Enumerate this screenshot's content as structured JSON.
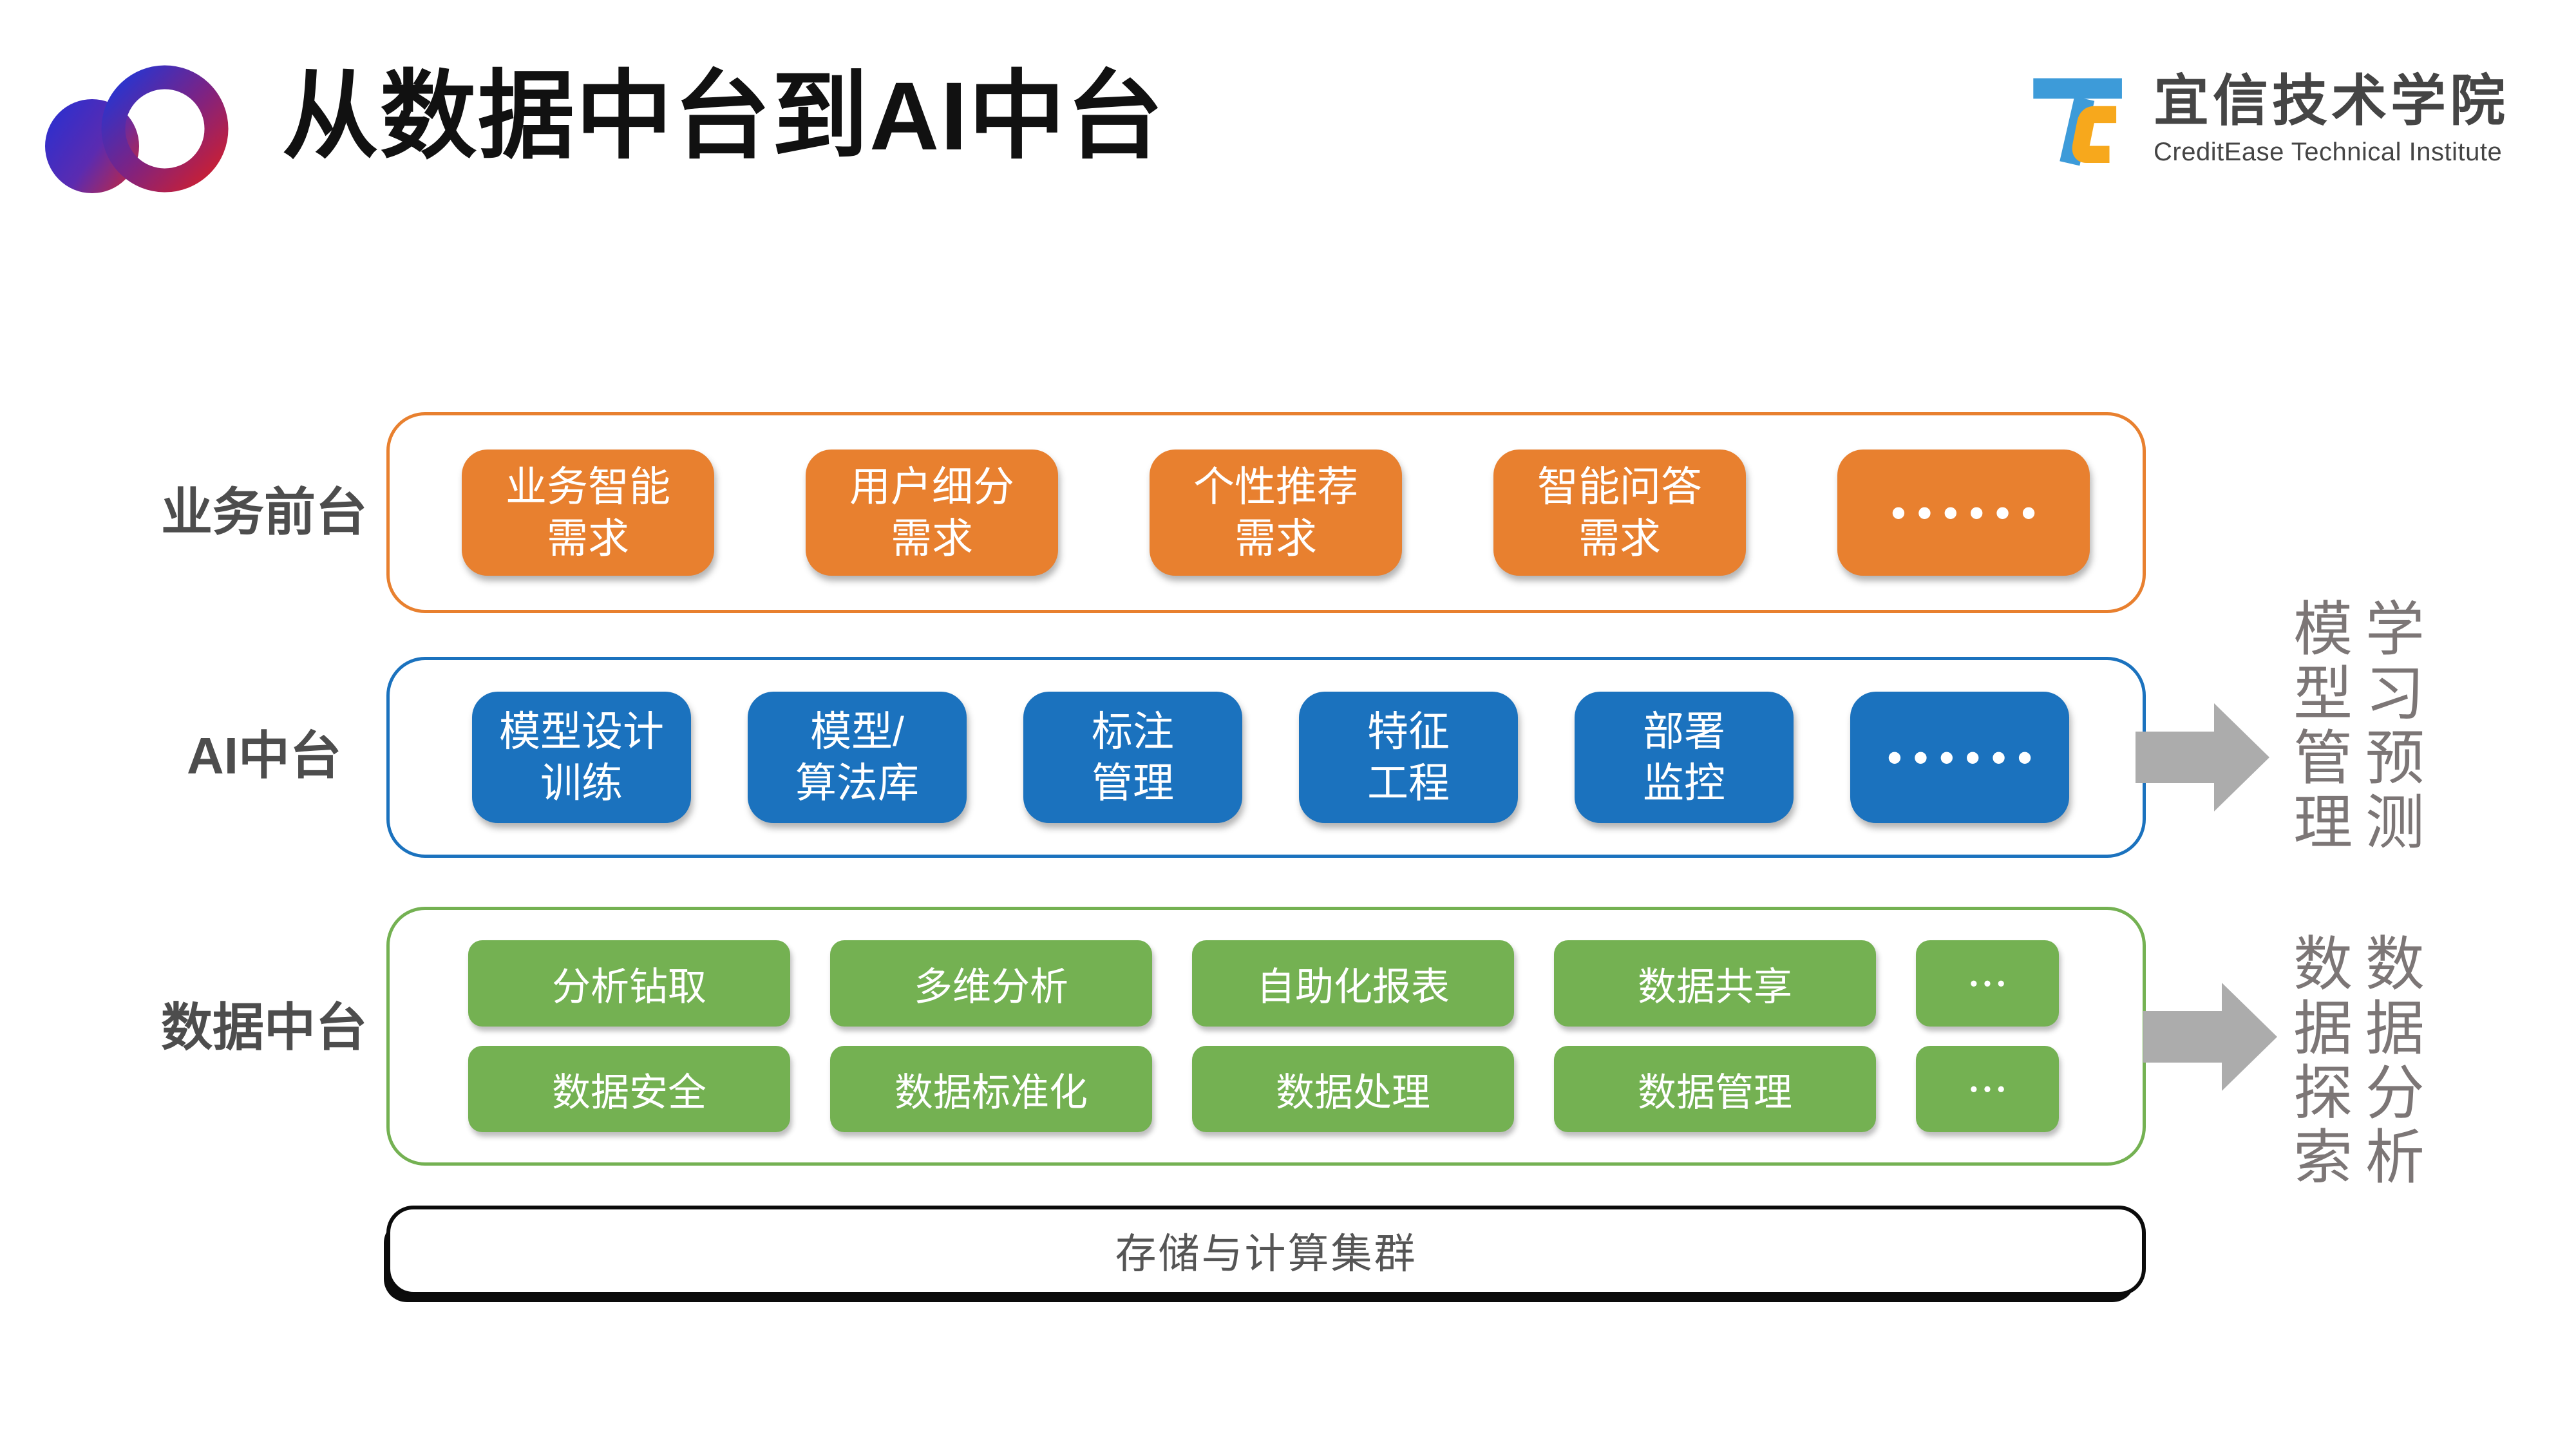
{
  "slide": {
    "title": "从数据中台到AI中台",
    "brand": {
      "cn": "宜信技术学院",
      "en": "CreditEase Technical Institute"
    }
  },
  "colors": {
    "orange": "#E8802F",
    "blue": "#1B72BE",
    "green": "#74B152",
    "label_gray": "#4D4D4D",
    "arrow_gray": "#ACACAC",
    "side_text_gray": "#7C7676"
  },
  "layers": {
    "front": {
      "label": "业务前台",
      "boxes": [
        {
          "l1": "业务智能",
          "l2": "需求"
        },
        {
          "l1": "用户细分",
          "l2": "需求"
        },
        {
          "l1": "个性推荐",
          "l2": "需求"
        },
        {
          "l1": "智能问答",
          "l2": "需求"
        }
      ],
      "more": "••••••"
    },
    "ai": {
      "label": "AI中台",
      "boxes": [
        {
          "l1": "模型设计",
          "l2": "训练"
        },
        {
          "l1": "模型/",
          "l2": "算法库"
        },
        {
          "l1": "标注",
          "l2": "管理"
        },
        {
          "l1": "特征",
          "l2": "工程"
        },
        {
          "l1": "部署",
          "l2": "监控"
        }
      ],
      "more": "••••••",
      "side": {
        "col1": "模型管理",
        "col2": "学习预测"
      }
    },
    "data": {
      "label": "数据中台",
      "row1": [
        "分析钻取",
        "多维分析",
        "自助化报表",
        "数据共享"
      ],
      "row1_more": "•••",
      "row2": [
        "数据安全",
        "数据标准化",
        "数据处理",
        "数据管理"
      ],
      "row2_more": "•••",
      "side": {
        "col1": "数据探索",
        "col2": "数据分析"
      }
    },
    "storage": {
      "label": "存储与计算集群"
    }
  }
}
